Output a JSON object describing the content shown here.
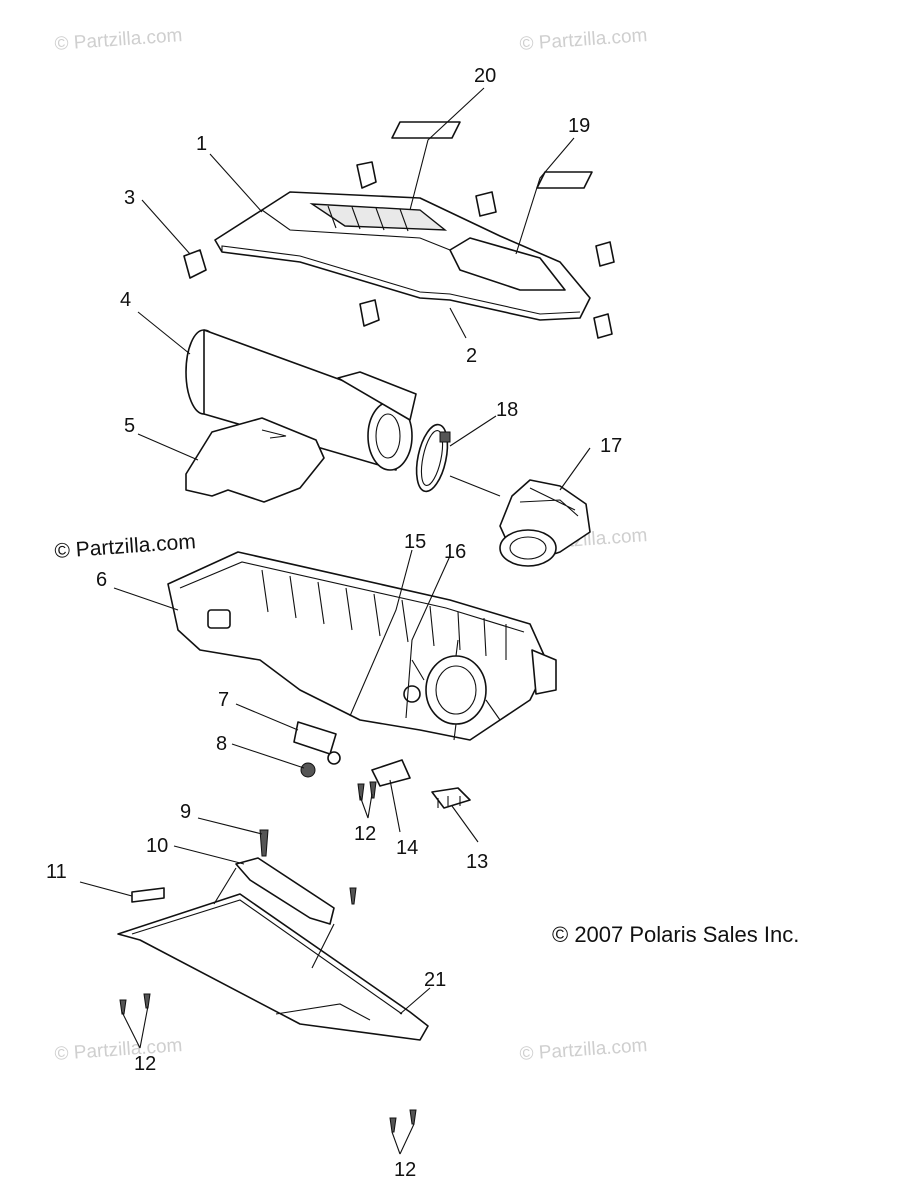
{
  "watermarks": {
    "top_left": "© Partzilla.com",
    "top_right": "© Partzilla.com",
    "mid_left": "© Partzilla.com",
    "mid_right": "© Partzilla.com",
    "bottom_left": "© Partzilla.com",
    "bottom_right": "© Partzilla.com"
  },
  "copyright": "© 2007 Polaris Sales Inc.",
  "callouts": {
    "c1": "1",
    "c2": "2",
    "c3": "3",
    "c4": "4",
    "c5": "5",
    "c6": "6",
    "c7": "7",
    "c8": "8",
    "c9": "9",
    "c10": "10",
    "c11": "11",
    "c12a": "12",
    "c12b": "12",
    "c12c": "12",
    "c13": "13",
    "c14": "14",
    "c15": "15",
    "c16": "16",
    "c17": "17",
    "c18": "18",
    "c19": "19",
    "c20": "20",
    "c21": "21"
  }
}
